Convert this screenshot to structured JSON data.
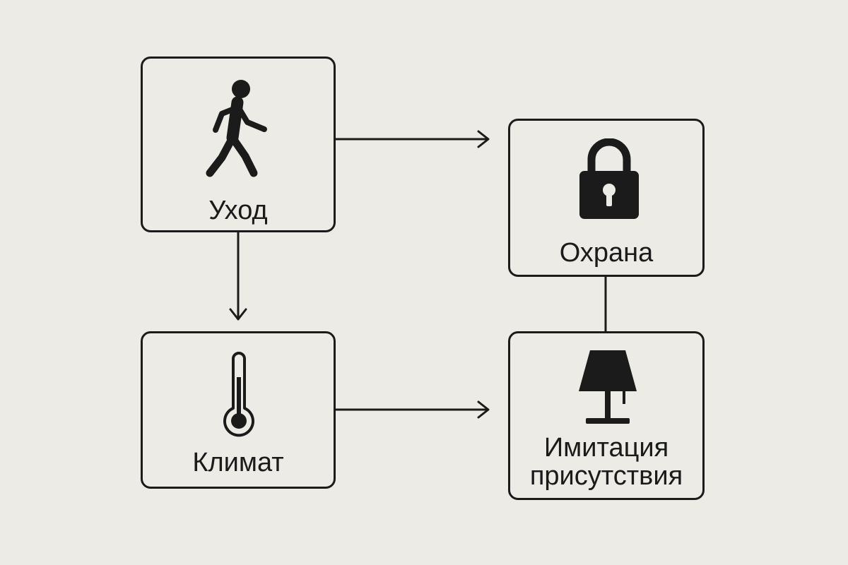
{
  "colors": {
    "background": "#ecebe6",
    "stroke": "#1b1b1b"
  },
  "nodes": {
    "leave": {
      "label": "Уход",
      "icon": "walking-person-icon"
    },
    "security": {
      "label": "Охрана",
      "icon": "padlock-icon"
    },
    "climate": {
      "label": "Климат",
      "icon": "thermometer-icon"
    },
    "presence": {
      "label_line1": "Имитация",
      "label_line2": "присутствия",
      "icon": "lamp-icon"
    }
  },
  "edges": [
    {
      "from": "Уход",
      "to": "Охрана",
      "directed": true
    },
    {
      "from": "Уход",
      "to": "Климат",
      "directed": true
    },
    {
      "from": "Климат",
      "to": "Имитация присутствия",
      "directed": true
    },
    {
      "from": "Охрана",
      "to": "Имитация присутствия",
      "directed": false
    }
  ]
}
